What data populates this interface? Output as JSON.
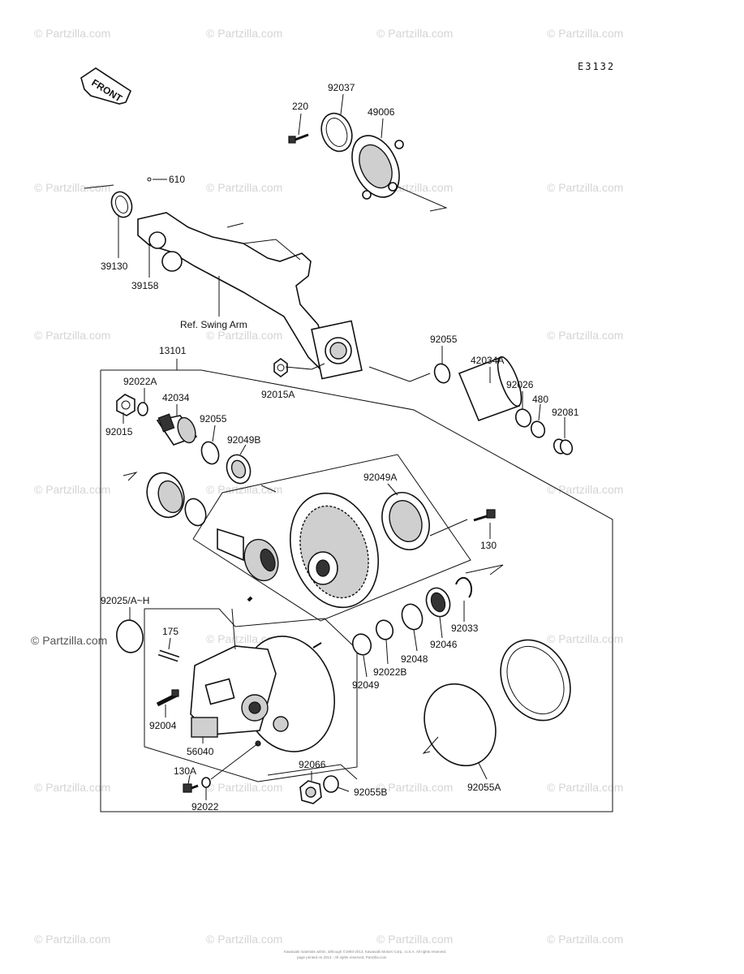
{
  "diagram_code": "E3132",
  "watermark": "© Partzilla.com",
  "front_label": "FRONT",
  "footer_lines": [
    "Kawasaki materials within, although ©1993-2013, Kawasaki Motors Corp., U.S.A. All rights reserved.",
    "page printed on 2013 - All rights reserved, Partzilla.com"
  ],
  "parts": [
    {
      "id": "p220",
      "label": "220"
    },
    {
      "id": "p92037",
      "label": "92037"
    },
    {
      "id": "p49006",
      "label": "49006"
    },
    {
      "id": "p610",
      "label": "610"
    },
    {
      "id": "p39130",
      "label": "39130"
    },
    {
      "id": "p39158",
      "label": "39158"
    },
    {
      "id": "pSwing",
      "label": "Ref. Swing Arm"
    },
    {
      "id": "p13101",
      "label": "13101"
    },
    {
      "id": "p92055",
      "label": "92055"
    },
    {
      "id": "p42034A",
      "label": "42034A"
    },
    {
      "id": "p92022A",
      "label": "92022A"
    },
    {
      "id": "p42034",
      "label": "42034"
    },
    {
      "id": "p92055b",
      "label": "92055"
    },
    {
      "id": "p92015A",
      "label": "92015A"
    },
    {
      "id": "p92026",
      "label": "92026"
    },
    {
      "id": "p480",
      "label": "480"
    },
    {
      "id": "p92081",
      "label": "92081"
    },
    {
      "id": "p92015",
      "label": "92015"
    },
    {
      "id": "p92049B",
      "label": "92049B"
    },
    {
      "id": "p92049A",
      "label": "92049A"
    },
    {
      "id": "p130",
      "label": "130"
    },
    {
      "id": "p92025",
      "label": "92025/A~H"
    },
    {
      "id": "p175",
      "label": "175"
    },
    {
      "id": "p92033",
      "label": "92033"
    },
    {
      "id": "p92046",
      "label": "92046"
    },
    {
      "id": "p92048",
      "label": "92048"
    },
    {
      "id": "p92022B",
      "label": "92022B"
    },
    {
      "id": "p92049",
      "label": "92049"
    },
    {
      "id": "p92004",
      "label": "92004"
    },
    {
      "id": "p56040",
      "label": "56040"
    },
    {
      "id": "p92066",
      "label": "92066"
    },
    {
      "id": "p130A",
      "label": "130A"
    },
    {
      "id": "p92055B",
      "label": "92055B"
    },
    {
      "id": "p92022",
      "label": "92022"
    },
    {
      "id": "p92055A",
      "label": "92055A"
    }
  ]
}
